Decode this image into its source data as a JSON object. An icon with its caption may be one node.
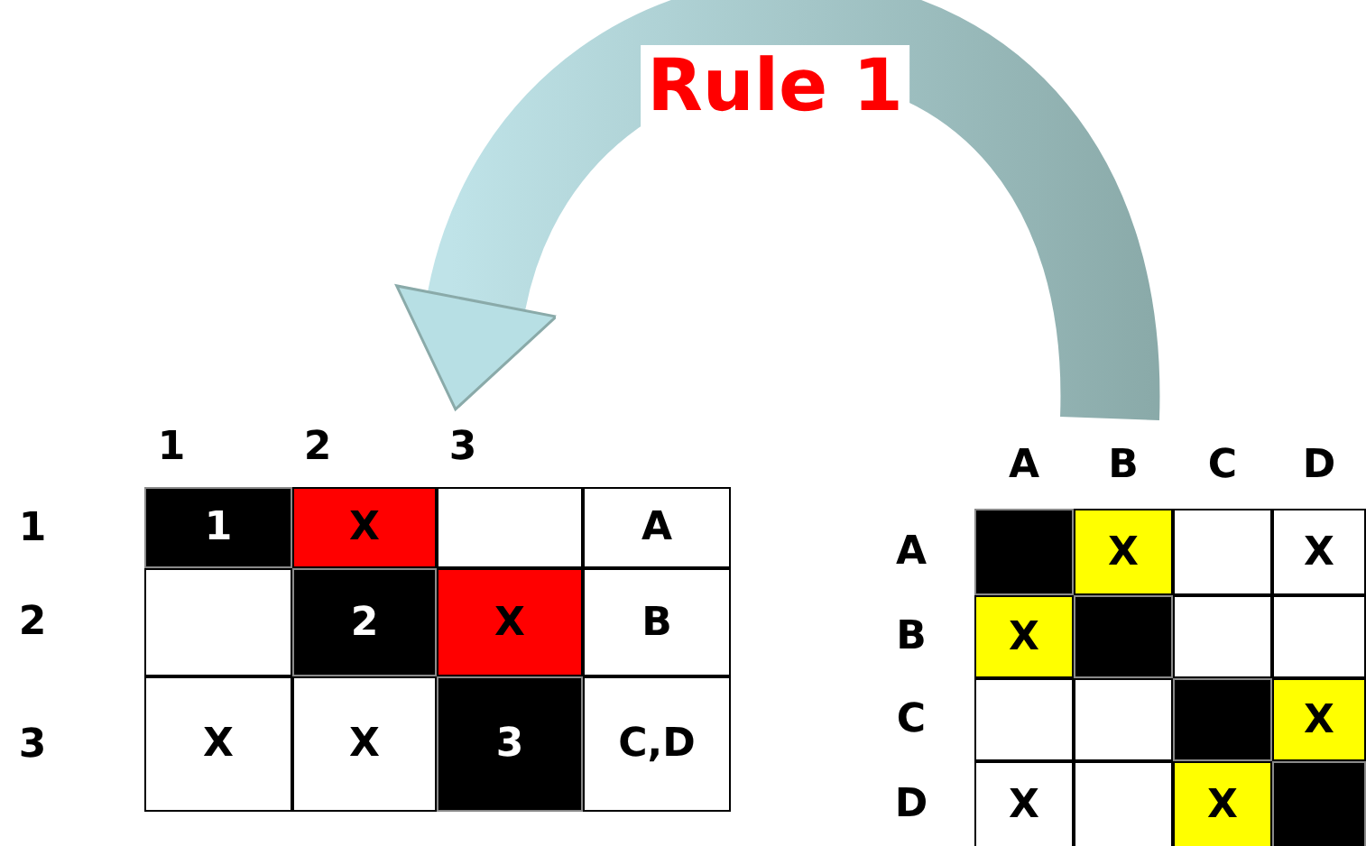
{
  "diagram": {
    "nodes": [
      {
        "text": [],
        "shape": "box"
      },
      {
        "text": [],
        "shape": "box"
      }
    ],
    "edges": [
      {
        "from": 1,
        "to": 0,
        "arrow": "to",
        "label": "Rule 1"
      }
    ],
    "labels": [
      "1",
      "2",
      "3",
      "1",
      "1",
      "X",
      "A",
      "2",
      "2",
      "X",
      "B",
      "3",
      "X",
      "X",
      "3",
      "C,D",
      "A",
      "B",
      "C",
      "D",
      "A",
      "X",
      "X",
      "B",
      "X",
      "C",
      "X",
      "D",
      "X",
      "X"
    ]
  }
}
